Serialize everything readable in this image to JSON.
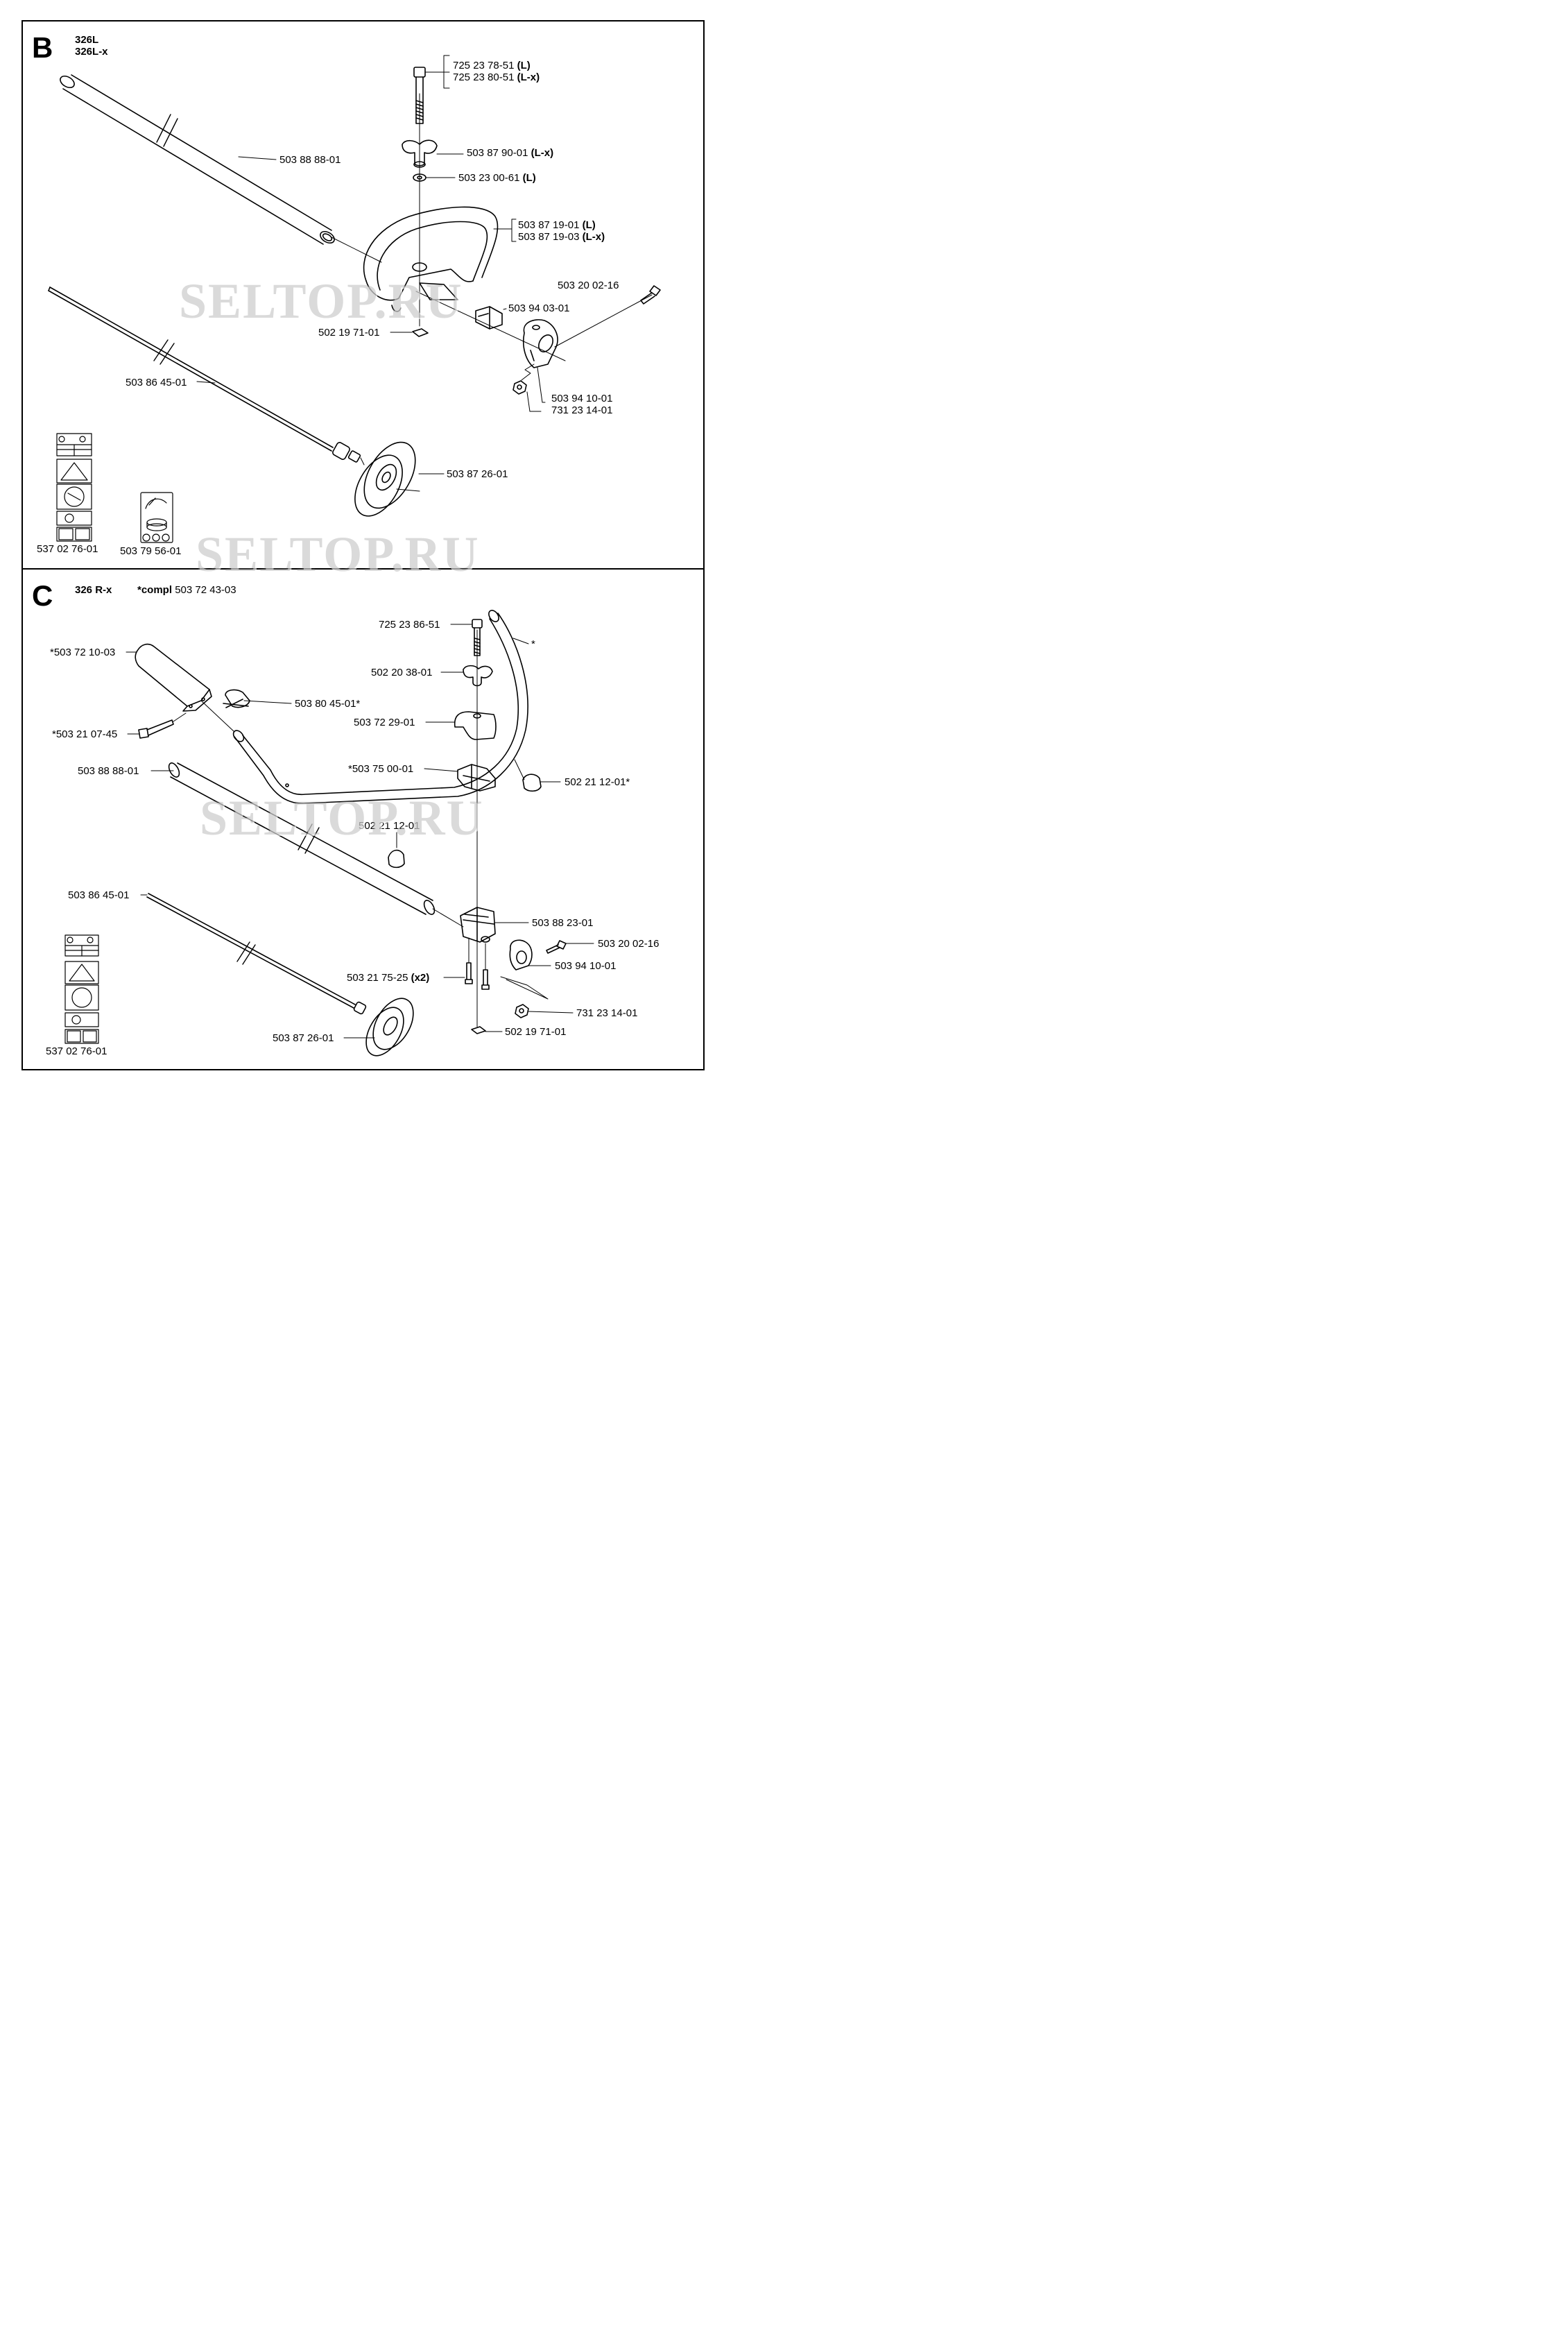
{
  "sections": {
    "b": {
      "letter": "B",
      "models": [
        "326L",
        "326L-x"
      ],
      "parts": {
        "bolt_l": {
          "num": "725 23 78-51",
          "tag": "(L)"
        },
        "bolt_lx": {
          "num": "725 23 80-51",
          "tag": "(L-x)"
        },
        "tube": {
          "num": "503 88 88-01",
          "tag": ""
        },
        "wing_knob": {
          "num": "503 87 90-01",
          "tag": "(L-x)"
        },
        "washer": {
          "num": "503 23 00-61",
          "tag": "(L)"
        },
        "handle_l": {
          "num": "503 87 19-01",
          "tag": "(L)"
        },
        "handle_lx": {
          "num": "503 87 19-03",
          "tag": "(L-x)"
        },
        "screw": {
          "num": "503 20 02-16",
          "tag": ""
        },
        "clamp": {
          "num": "503 94 03-01",
          "tag": ""
        },
        "nut_sq": {
          "num": "502 19 71-01",
          "tag": ""
        },
        "shaft": {
          "num": "503 86 45-01",
          "tag": ""
        },
        "bracket": {
          "num": "503 94 10-01",
          "tag": ""
        },
        "nut": {
          "num": "731 23 14-01",
          "tag": ""
        },
        "guard_hub": {
          "num": "503 87 26-01",
          "tag": ""
        },
        "decal_a": {
          "num": "537 02 76-01",
          "tag": ""
        },
        "decal_b": {
          "num": "503 79 56-01",
          "tag": ""
        }
      }
    },
    "c": {
      "letter": "C",
      "model": "326 R-x",
      "compl_label": "*compl",
      "compl_num": "503 72 43-03",
      "parts": {
        "bolt": {
          "num": "725 23 86-51",
          "tag": ""
        },
        "handlebar": {
          "num": "*",
          "tag": ""
        },
        "grip": {
          "num": "*503 72 10-03",
          "tag": ""
        },
        "knob": {
          "num": "502 20 38-01",
          "tag": ""
        },
        "clip": {
          "num": "503 80 45-01*",
          "tag": ""
        },
        "screw_grip": {
          "num": "*503 21 07-45",
          "tag": ""
        },
        "clamp_top": {
          "num": "503 72 29-01",
          "tag": ""
        },
        "tube": {
          "num": "503 88 88-01",
          "tag": ""
        },
        "clamp_mid": {
          "num": "*503 75 00-01",
          "tag": ""
        },
        "cable_holder_r": {
          "num": "502 21 12-01*",
          "tag": ""
        },
        "cable_holder": {
          "num": "502 21 12-01",
          "tag": ""
        },
        "shaft": {
          "num": "503 86 45-01",
          "tag": ""
        },
        "clamp_base": {
          "num": "503 88 23-01",
          "tag": ""
        },
        "screw": {
          "num": "503 20 02-16",
          "tag": ""
        },
        "screws_x2": {
          "num": "503 21 75-25",
          "tag": "(x2)"
        },
        "bracket": {
          "num": "503 94 10-01",
          "tag": ""
        },
        "nut": {
          "num": "731 23 14-01",
          "tag": ""
        },
        "nut_sq": {
          "num": "502 19 71-01",
          "tag": ""
        },
        "guard_hub": {
          "num": "503 87 26-01",
          "tag": ""
        },
        "decal": {
          "num": "537 02 76-01",
          "tag": ""
        }
      }
    }
  },
  "watermark": "SELTOP.RU"
}
